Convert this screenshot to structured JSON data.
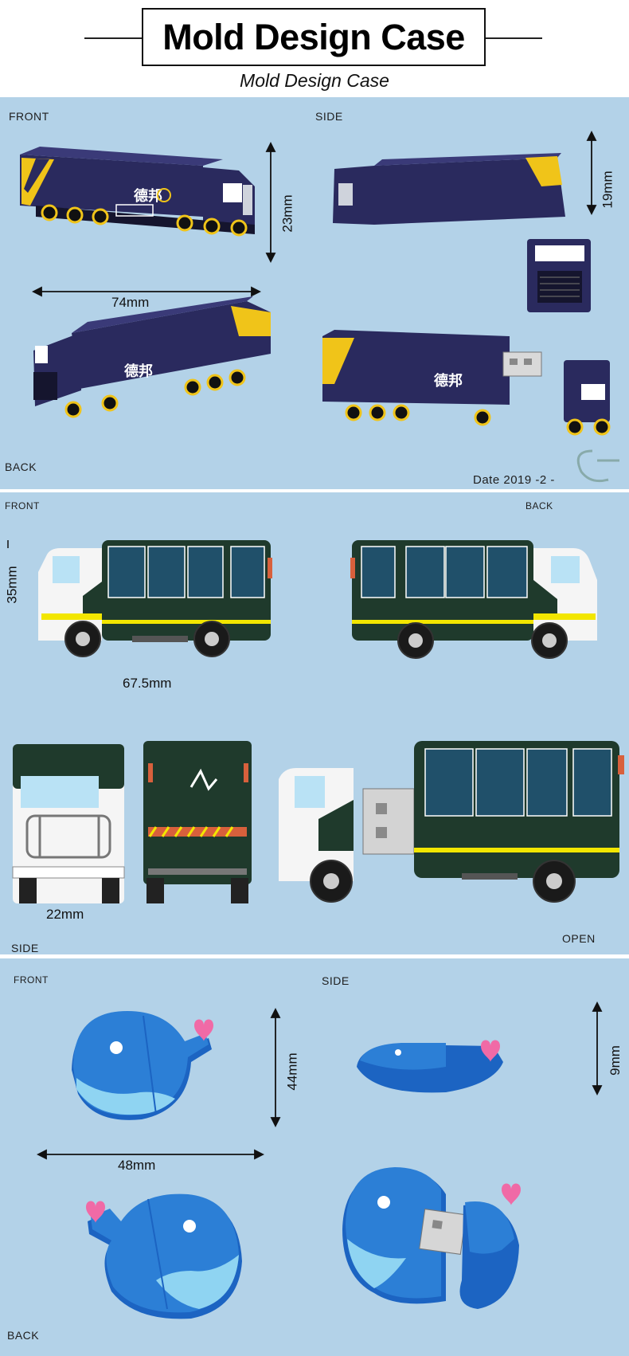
{
  "header": {
    "title": "Mold Design Case",
    "subtitle": "Mold Design Case"
  },
  "panel1": {
    "front_label": "FRONT",
    "side_label": "SIDE",
    "back_label": "BACK",
    "length_dim": "74mm",
    "height_dim": "23mm",
    "side_height_dim": "19mm",
    "date": "Date 2019 -2 -",
    "truck_brand": "德邦"
  },
  "panel2": {
    "front_label": "FRONT",
    "back_label": "BACK",
    "side_label": "SIDE",
    "open_label": "OPEN",
    "height_dim": "35mm",
    "length_dim": "67.5mm",
    "width_dim": "22mm"
  },
  "panel3": {
    "front_label": "FRONT",
    "side_label": "SIDE",
    "back_label": "BACK",
    "height_dim": "44mm",
    "length_dim": "48mm",
    "thickness_dim": "9mm"
  },
  "colors": {
    "panel_bg": "#b3d2e8",
    "truck_navy": "#2a2a5e",
    "truck_yellow": "#f0c419",
    "bus_green": "#1f3a2c",
    "whale_blue": "#2c7fd6",
    "heart_pink": "#f06aa6"
  }
}
